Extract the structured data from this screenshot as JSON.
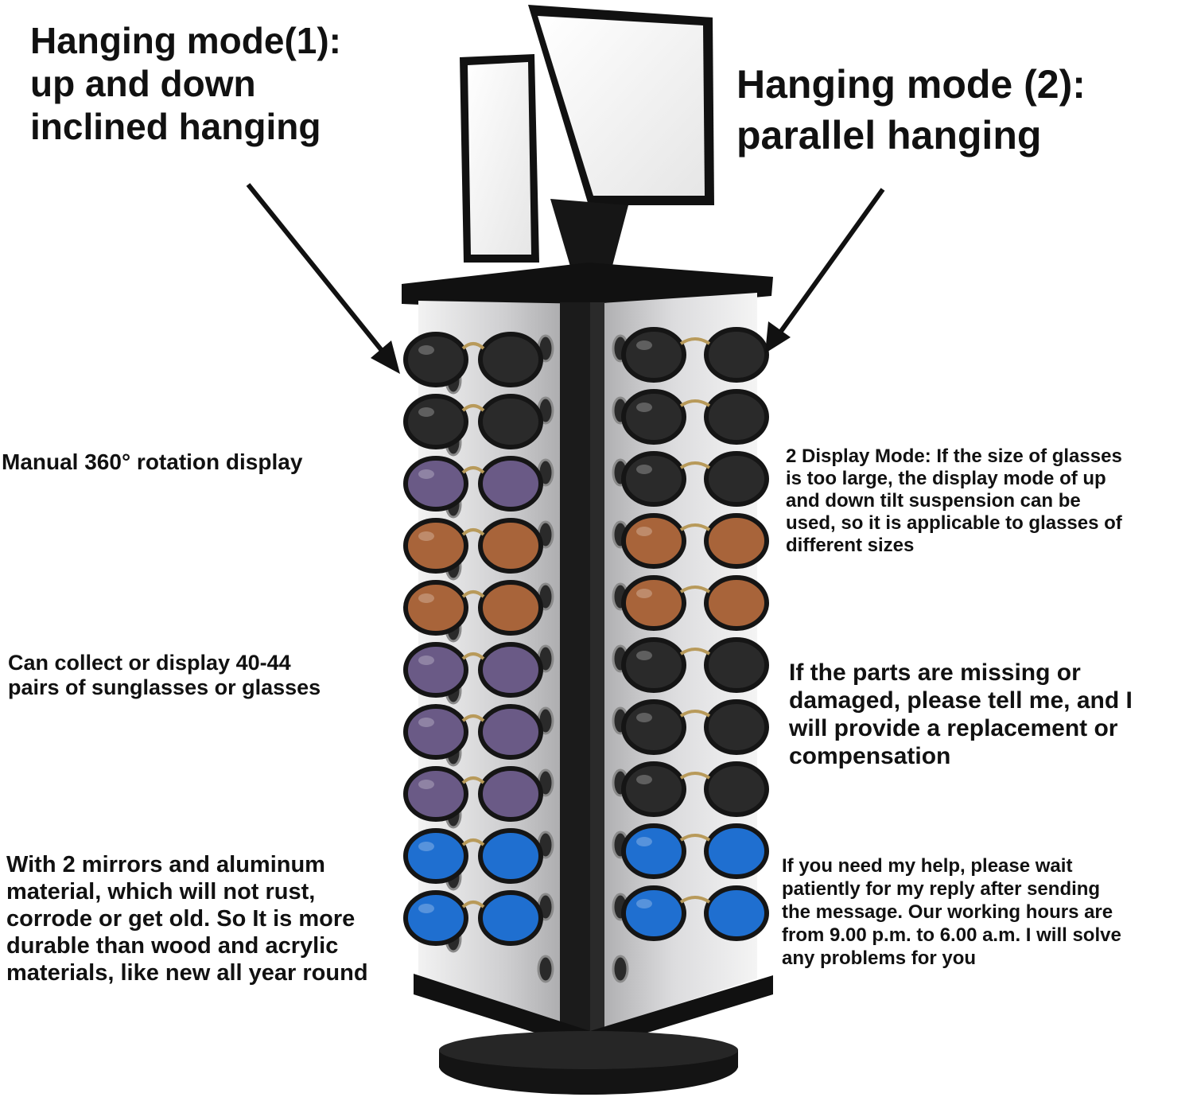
{
  "labels": {
    "mode1": [
      "Hanging mode(1):",
      "up and down",
      "inclined hanging"
    ],
    "mode2": [
      "Hanging mode (2):",
      "parallel hanging"
    ],
    "rotation": "Manual 360°  rotation display",
    "capacity": [
      "Can collect or display 40-44",
      "pairs of sunglasses or glasses"
    ],
    "material": [
      "With 2 mirrors and aluminum",
      "material, which will not rust,",
      "corrode or get old. So It is more",
      "durable than wood and acrylic",
      "materials, like new all year round"
    ],
    "display_mode": [
      "2 Display Mode: If the size of glasses",
      "is too large, the display mode of up",
      "and down tilt suspension can be",
      "used, so it is applicable to glasses of",
      "different sizes"
    ],
    "parts": [
      "If the parts are missing or",
      "damaged, please tell me, and I",
      "will provide a replacement or",
      "compensation"
    ],
    "help": [
      "If you need my help, please wait",
      "patiently for my reply after sending",
      "the message. Our working hours are",
      "from 9.00 p.m. to 6.00 a.m. I will solve",
      "any problems for you"
    ]
  },
  "colors": {
    "text": "#111111",
    "stand_black": "#111111",
    "panel": "#c9c9cb",
    "lens_dark": "#2a2a2a",
    "lens_brown": "#a8643a",
    "lens_purple": "#6a5a86",
    "lens_blue": "#1f6fd0"
  },
  "glasses_left": [
    "lens_dark",
    "lens_dark",
    "lens_purple",
    "lens_brown",
    "lens_brown",
    "lens_purple",
    "lens_purple",
    "lens_purple",
    "lens_blue",
    "lens_blue"
  ],
  "glasses_right": [
    "lens_dark",
    "lens_dark",
    "lens_dark",
    "lens_brown",
    "lens_brown",
    "lens_dark",
    "lens_dark",
    "lens_dark",
    "lens_blue",
    "lens_blue"
  ]
}
